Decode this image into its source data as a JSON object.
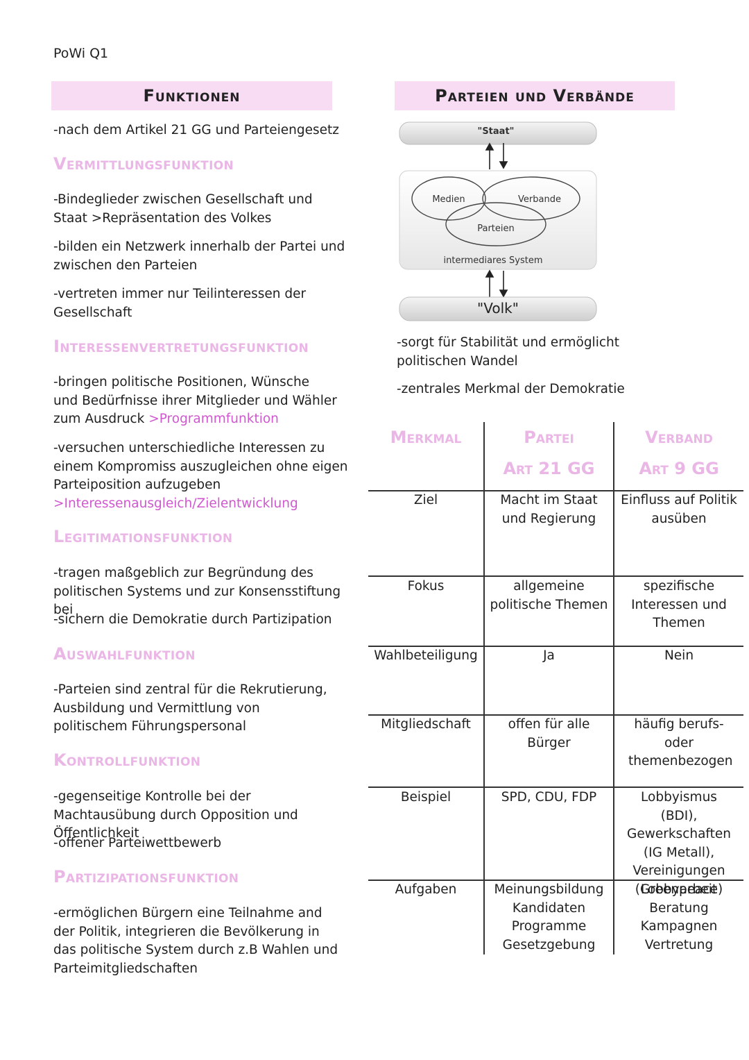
{
  "course": "PoWi Q1",
  "left": {
    "banner": "Funktionen",
    "intro": "-nach dem Artikel 21 GG und Parteiengesetz",
    "sections": [
      {
        "heading": "Vermittlungsfunktion",
        "p1": "-Bindeglieder zwischen Gesellschaft und Staat >Repräsentation des Volkes",
        "p2": "-bilden ein Netzwerk innerhalb der Partei und zwischen den Parteien",
        "p3": "-vertreten immer nur Teilinteressen der Gesellschaft"
      },
      {
        "heading": "Interessenvertretungsfunktion",
        "p1": "-bringen politische Positionen, Wünsche und Bedürfnisse ihrer Mitglieder und Wähler zum Ausdruck",
        "p1_highlight": ">Programmfunktion",
        "p2": "-versuchen unterschiedliche Interessen zu einem Kompromiss auszugleichen ohne eigen Parteiposition aufzugeben",
        "p2_highlight": ">Interessenausgleich/Zielentwicklung"
      },
      {
        "heading": "Legitimationsfunktion",
        "p1": "-tragen maßgeblich zur Begründung des politischen Systems und zur Konsensstiftung bei",
        "p2": "-sichern die Demokratie durch Partizipation"
      },
      {
        "heading": "Auswahlfunktion",
        "p1": "-Parteien sind zentral für die Rekrutierung, Ausbildung und Vermittlung von politischem Führungspersonal"
      },
      {
        "heading": "Kontrollfunktion",
        "p1": "-gegenseitige Kontrolle bei der Machtausübung durch Opposition und Öffentlichkeit",
        "p2": "-offener Parteiwettbewerb"
      },
      {
        "heading": "Partizipationsfunktion",
        "p1": "-ermöglichen Bürgern eine Teilnahme and der Politik, integrieren die Bevölkerung in das politische System durch z.B Wahlen und Parteimitgliedschaften"
      }
    ]
  },
  "right": {
    "banner": "Parteien und Verbände",
    "diagram": {
      "top": "\"Staat\"",
      "circle_a": "Medien",
      "circle_b": "Verbande",
      "circle_c": "Parteien",
      "system": "intermediares System",
      "bottom": "\"Volk\""
    },
    "p1": "-sorgt für Stabilität und ermöglicht politischen Wandel",
    "p2": "-zentrales Merkmal der Demokratie",
    "table": {
      "headers": [
        {
          "line1": "Merkmal",
          "line2": ""
        },
        {
          "line1": "Partei",
          "line2": "Art 21 GG"
        },
        {
          "line1": "Verband",
          "line2": "Art 9 GG"
        }
      ],
      "rows": [
        [
          "Ziel",
          "Macht im Staat und Regierung",
          "Einfluss auf Politik ausüben"
        ],
        [
          "Fokus",
          "allgemeine politische Themen",
          "spezifische Interessen und Themen"
        ],
        [
          "Wahlbeteiligung",
          "Ja",
          "Nein"
        ],
        [
          "Mitgliedschaft",
          "offen für alle Bürger",
          "häufig berufs- oder themenbezogen"
        ],
        [
          "Beispiel",
          "SPD, CDU, FDP",
          "Lobbyismus (BDI), Gewerkschaften (IG Metall), Vereinigungen (Greenpeace)"
        ],
        [
          "Aufgaben",
          "Meinungsbildung Kandidaten Programme Gesetzgebung",
          "Lobbyarbeit Beratung Kampagnen Vertretung"
        ]
      ]
    }
  }
}
